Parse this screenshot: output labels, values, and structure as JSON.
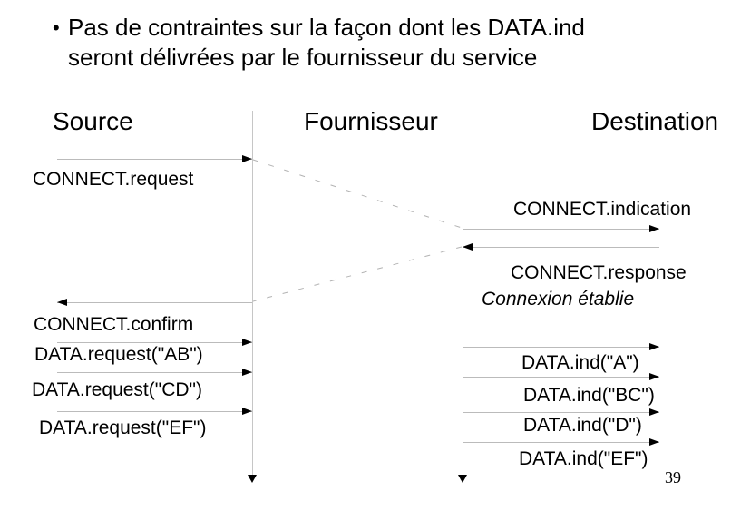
{
  "title": {
    "bullet": "•",
    "line1": "Pas de contraintes sur la façon dont les DATA.ind",
    "line2": "seront délivrées par le fournisseur du service"
  },
  "columns": {
    "source": "Source",
    "provider": "Fournisseur",
    "destination": "Destination"
  },
  "events": {
    "connect_request": "CONNECT.request",
    "connect_indication": "CONNECT.indication",
    "connect_response": "CONNECT.response",
    "connect_confirm": "CONNECT.confirm",
    "connection_note": "Connexion établie",
    "data_request_ab": "DATA.request(\"AB\")",
    "data_request_cd": "DATA.request(\"CD\")",
    "data_request_ef": "DATA.request(\"EF\")",
    "data_ind_a": "DATA.ind(\"A\")",
    "data_ind_bc": "DATA.ind(\"BC\")",
    "data_ind_d": "DATA.ind(\"D\")",
    "data_ind_ef": "DATA.ind(\"EF\")"
  },
  "page": {
    "number": "39"
  },
  "colors": {
    "background": "#ffffff",
    "text": "#000000",
    "arrow_line": "#bbbbbb",
    "arrowhead": "#000000",
    "lifeline": "#c6c6c6",
    "dashed_line": "#b3b3b3"
  }
}
